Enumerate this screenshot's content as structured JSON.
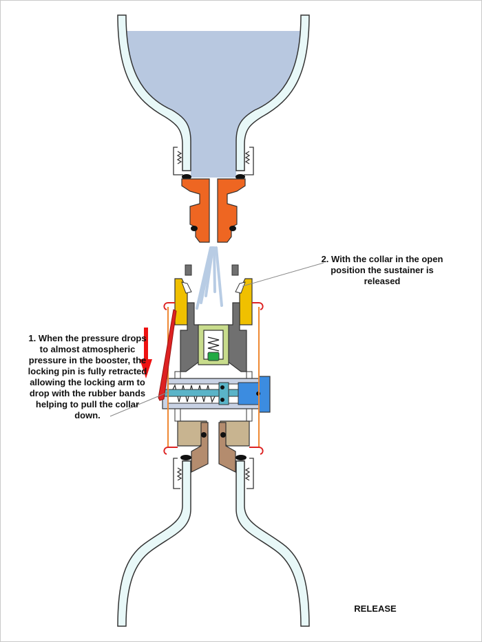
{
  "callouts": [
    {
      "number": 1,
      "text": "1. When the pressure drops\nto almost atmospheric\npressure in the booster, the\nlocking pin is fully retracted\nallowing the locking arm to\ndrop with the rubber bands\nhelping to pull the collar\ndown."
    },
    {
      "number": 2,
      "text": "2. With the collar in the open\nposition the sustainer is\nreleased"
    }
  ],
  "state_label": "RELEASE",
  "colors": {
    "bottle_wall": "#e8f8f8",
    "bottle_outline": "#333333",
    "water": "#b8c8e0",
    "nozzle": "#ee6622",
    "collar": "#f0c000",
    "body_grey": "#707070",
    "pin_housing": "#c8dc8c",
    "pin_tip": "#22aa44",
    "cylinder": "#c8d2e4",
    "piston": "#3c8ce0",
    "lower_fitting": "#c8b490",
    "lower_nozzle": "#b48c6e",
    "rubber_band": "#ee8833",
    "hook": "#dd2222",
    "arrow": "#ee1111",
    "seal": "#111111"
  },
  "icons": {
    "arrow": "down-arrow-icon",
    "spring": "coil-spring-icon"
  }
}
